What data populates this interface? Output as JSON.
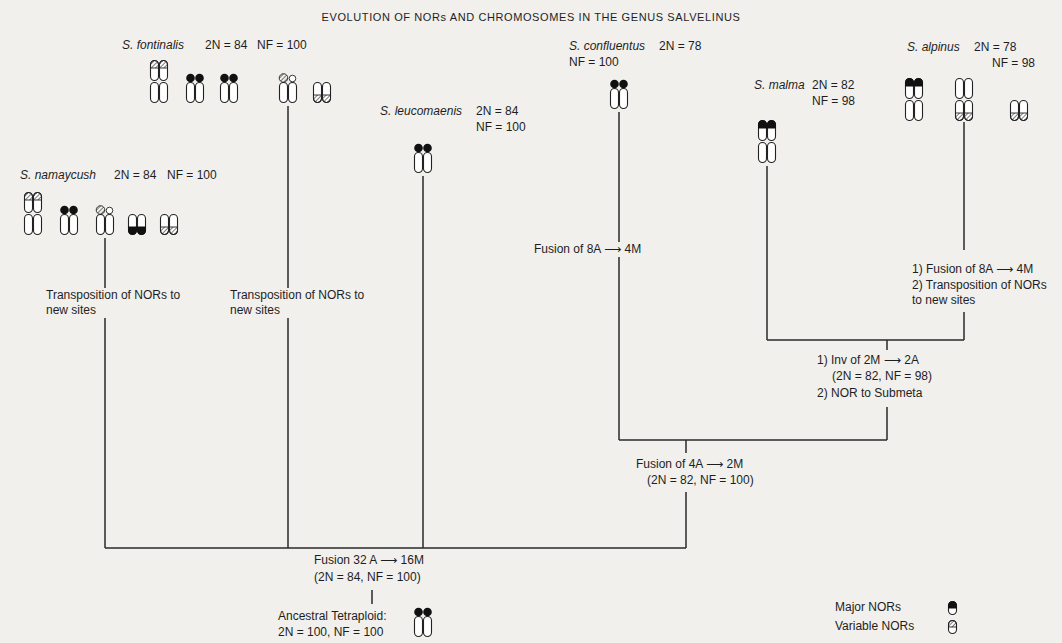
{
  "diagram": {
    "title": "EVOLUTION OF NORs AND CHROMOSOMES IN THE GENUS SALVELINUS",
    "labels": [
      "S. fontinalis",
      "2N = 84",
      "NF = 100",
      "S. leucomaenis",
      "2N = 84",
      "NF = 100",
      "S. confluentus",
      "2N = 78",
      "NF = 100",
      "S. malma",
      "2N = 82",
      "NF = 98",
      "S. alpinus",
      "2N = 78",
      "NF = 98",
      "S. namaycush",
      "2N = 84",
      "NF = 100",
      "Transposition of NORs to new sites",
      "Transposition of NORs to new sites",
      "Fusion of 8A ⟶ 4M",
      "1) Fusion of 8A ⟶ 4M",
      "2) Transposition of NORs to new sites",
      "1) Inv of 2M ⟶ 2A",
      "(2N = 82, NF = 98)",
      "2) NOR to Submeta",
      "Fusion of 4A ⟶ 2M",
      "(2N = 82, NF = 100)",
      "Fusion 32 A ⟶ 16M",
      "(2N = 84, NF = 100)",
      "Ancestral Tetraploid:",
      "2N = 100, NF = 100"
    ],
    "legend": [
      {
        "text": "Major NORs"
      },
      {
        "text": "Variable NORs"
      }
    ]
  }
}
